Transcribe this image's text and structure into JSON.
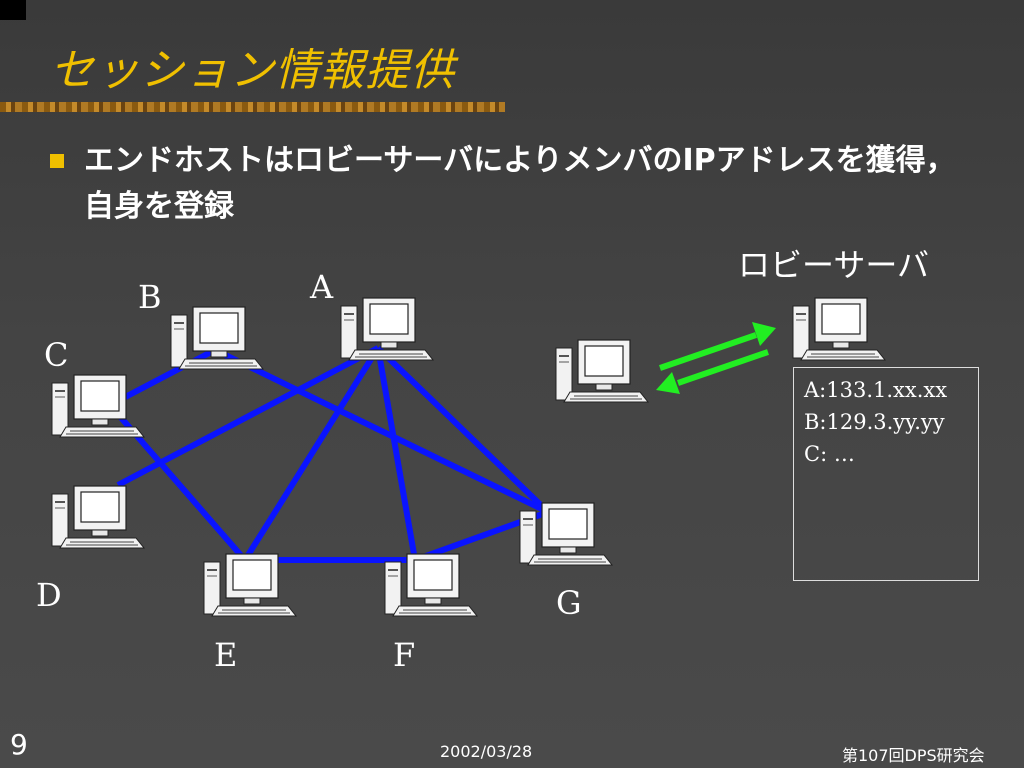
{
  "slide": {
    "title": "セッション情報提供",
    "bullet_text": "エンドホストはロビーサーバによりメンバのIPアドレスを獲得，自身を登録",
    "lobby_server_label": "ロビーサーバ",
    "member_list": [
      "A:133.1.xx.xx",
      "B:129.3.yy.yy",
      "C: …"
    ],
    "nodes": [
      {
        "id": "A",
        "label": "A"
      },
      {
        "id": "B",
        "label": "B"
      },
      {
        "id": "C",
        "label": "C"
      },
      {
        "id": "D",
        "label": "D"
      },
      {
        "id": "E",
        "label": "E"
      },
      {
        "id": "F",
        "label": "F"
      },
      {
        "id": "G",
        "label": "G"
      }
    ],
    "links": [
      [
        "A",
        "D"
      ],
      [
        "A",
        "E"
      ],
      [
        "A",
        "F"
      ],
      [
        "A",
        "G"
      ],
      [
        "B",
        "C"
      ],
      [
        "B",
        "G"
      ],
      [
        "C",
        "E"
      ],
      [
        "E",
        "F"
      ],
      [
        "F",
        "G"
      ]
    ]
  },
  "footer": {
    "page_number": "9",
    "date": "2002/03/28",
    "event": "第107回DPS研究会"
  },
  "colors": {
    "title": "#f0c000",
    "link": "#0a14ff",
    "arrow": "#22ee22",
    "bullet": "#f0c000"
  },
  "icons": {
    "computer": "desktop-computer-icon",
    "bullet": "square-bullet-icon",
    "arrows": "bidirectional-arrow-icon"
  }
}
